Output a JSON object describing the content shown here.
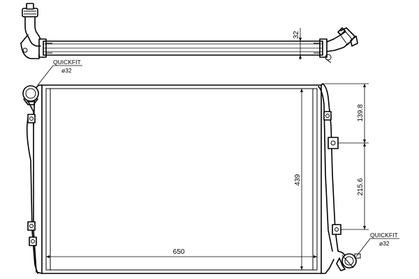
{
  "labels": {
    "quickfit_top_title": "QUICKFIT",
    "quickfit_top_diameter": "ø32",
    "quickfit_bottom_title": "QUICKFIT",
    "quickfit_bottom_diameter": "ø32"
  },
  "dimensions": {
    "core_thickness": "32",
    "core_height": "439",
    "core_width": "650",
    "upper_mount_offset": "139.8",
    "mount_spacing": "215.6"
  },
  "colors": {
    "line": "#000000",
    "background": "#ffffff"
  }
}
